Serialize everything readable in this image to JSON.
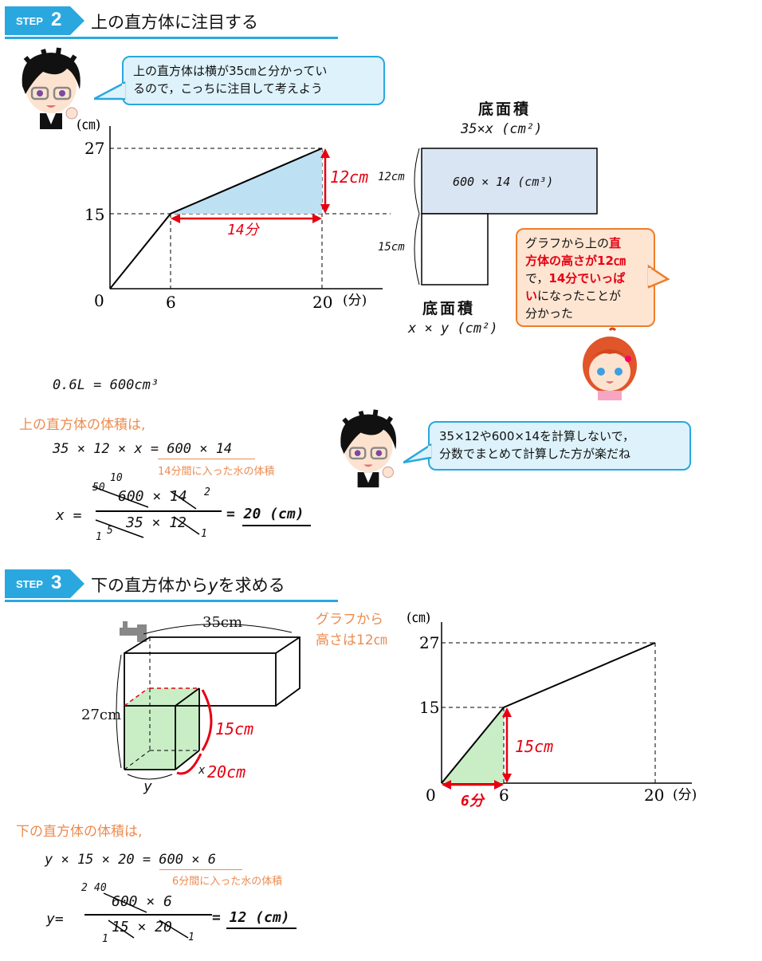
{
  "step2": {
    "label": "STEP",
    "num": "2",
    "title": "上の直方体に注目する"
  },
  "step3": {
    "label": "STEP",
    "num": "3",
    "title_a": "下の直方体から",
    "title_var": "y",
    "title_b": "を求める"
  },
  "bubble1": {
    "line1": "上の直方体は横が35㎝と分かってい",
    "line2": "るので，こっちに注目して考えよう"
  },
  "bubble2": {
    "line1_a": "グラフから上の",
    "line1_b": "直",
    "line2": "方体の高さが12㎝",
    "line3_a": "で，",
    "line3_b": "14分でいっぱ",
    "line4_a": "い",
    "line4_b": "になったことが",
    "line5": "分かった"
  },
  "bubble3": {
    "line1": "35×12や600×14を計算しないで，",
    "line2": "分数でまとめて計算した方が楽だね"
  },
  "graph1": {
    "unit_y": "(㎝)",
    "unit_x": "(分)",
    "y_ticks": [
      "27",
      "15",
      "0"
    ],
    "x_ticks": [
      "6",
      "20"
    ],
    "seg_label": "14分",
    "rise_label": "12cm"
  },
  "prism1": {
    "top_title": "底面積",
    "top_formula": "35×x (cm²)",
    "top_inner": "600 × 14 (cm³)",
    "h_top": "12cm",
    "h_bottom": "15cm",
    "bottom_title": "底面積",
    "bottom_formula": "x × y (cm²)"
  },
  "calc1": {
    "conversion": "0.6L = 600cm³",
    "heading": "上の直方体の体積は,",
    "eq": "35 × 12 × x = 600 × 14",
    "note": "14分間に入った水の体積",
    "x_eq": "x =",
    "num": "600 × 14",
    "den": "35 × 12",
    "result": "= 20 (cm)",
    "n1": "50",
    "n2": "10",
    "n3": "2",
    "d1": "1",
    "d2": "5",
    "d3": "1"
  },
  "cube": {
    "top": "35cm",
    "left": "27cm",
    "right_red": "15cm",
    "bottom_red": "20cm",
    "x": "x",
    "y": "y",
    "note_line1": "グラフから",
    "note_line2": "高さは12㎝"
  },
  "graph2": {
    "unit_y": "(㎝)",
    "unit_x": "(分)",
    "y_ticks": [
      "27",
      "15",
      "0"
    ],
    "x_ticks": [
      "6",
      "20"
    ],
    "seg_label": "6分",
    "rise_label": "15cm"
  },
  "calc2": {
    "heading": "下の直方体の体積は,",
    "eq": "y × 15 × 20 = 600 × 6",
    "note": "6分間に入った水の体積",
    "y_eq": "y=",
    "num": "600 × 6",
    "den": "15 × 20",
    "result": "= 12 (cm)",
    "n1": "2",
    "n2": "40",
    "d1": "1",
    "d2": "1"
  }
}
